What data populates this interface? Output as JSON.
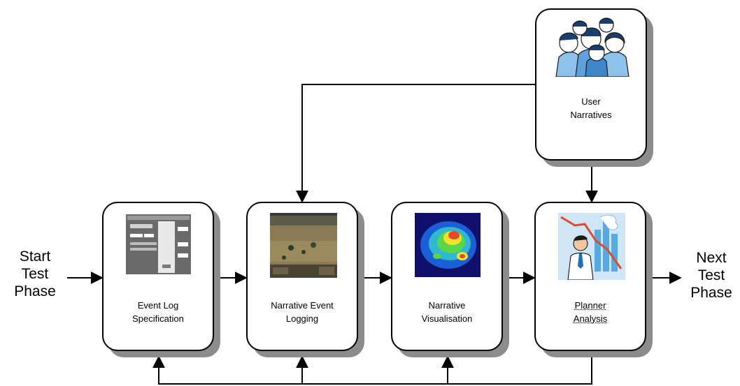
{
  "start_label": [
    "Start",
    "Test",
    "Phase"
  ],
  "end_label": [
    "Next",
    "Test",
    "Phase"
  ],
  "boxes": {
    "event_log": {
      "label": [
        "Event Log",
        "Specification"
      ],
      "image": "ui-screenshot-thumbnail"
    },
    "narrative_event": {
      "label": [
        "Narrative Event",
        "Logging"
      ],
      "image": "game-scene-thumbnail"
    },
    "narrative_vis": {
      "label": [
        "Narrative",
        "Visualisation"
      ],
      "image": "heatmap-thumbnail"
    },
    "planner": {
      "label": [
        "Planner",
        "Analysis"
      ],
      "image": "analyst-with-chart-clipart"
    },
    "user_narratives": {
      "label": [
        "User",
        "Narratives"
      ],
      "image": "group-of-people-clipart"
    }
  },
  "colors": {
    "arrow": "#000000",
    "shadow": "#8c8c8c",
    "border": "#000000"
  }
}
